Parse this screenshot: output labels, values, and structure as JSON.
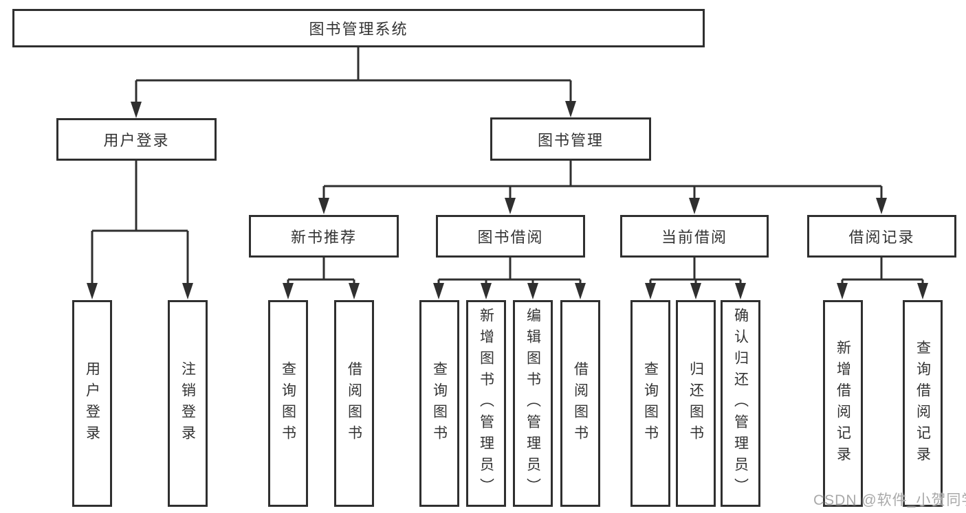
{
  "colors": {
    "line": "#2f2f2f",
    "text": "#333333",
    "watermark": "#a9a9a9"
  },
  "watermark": "CSDN @软件_小贺同学",
  "tree": {
    "label": "图书管理系统",
    "children": [
      {
        "label": "用户登录",
        "children": [
          {
            "label": "用户登录"
          },
          {
            "label": "注销登录"
          }
        ]
      },
      {
        "label": "图书管理",
        "children": [
          {
            "label": "新书推荐",
            "children": [
              {
                "label": "查询图书"
              },
              {
                "label": "借阅图书"
              }
            ]
          },
          {
            "label": "图书借阅",
            "children": [
              {
                "label": "查询图书"
              },
              {
                "label": "新增图书（管理员）"
              },
              {
                "label": "编辑图书（管理员）"
              },
              {
                "label": "借阅图书"
              }
            ]
          },
          {
            "label": "当前借阅",
            "children": [
              {
                "label": "查询图书"
              },
              {
                "label": "归还图书"
              },
              {
                "label": "确认归还（管理员）"
              }
            ]
          },
          {
            "label": "借阅记录",
            "children": [
              {
                "label": "新增借阅记录"
              },
              {
                "label": "查询借阅记录"
              }
            ]
          }
        ]
      }
    ]
  }
}
